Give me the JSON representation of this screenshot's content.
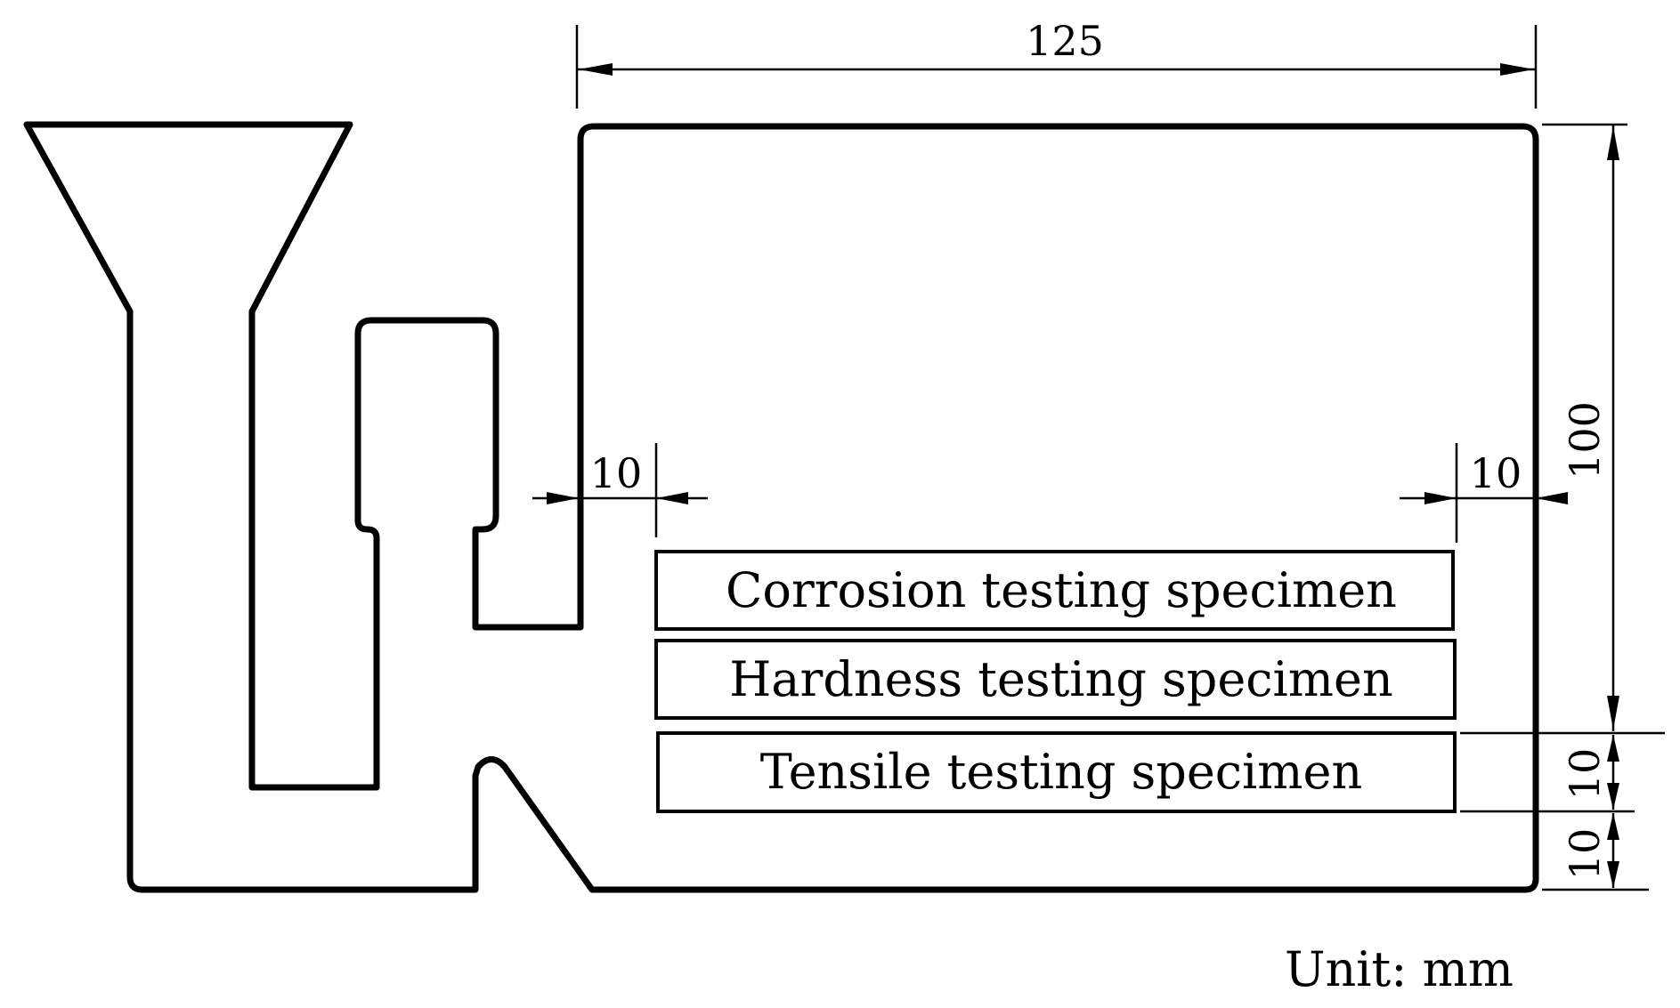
{
  "dimensions": {
    "width": "125",
    "height": "100",
    "left_margin": "10",
    "right_margin": "10",
    "specimen_height": "10",
    "bottom_margin": "10"
  },
  "specimens": [
    "Corrosion testing specimen",
    "Hardness testing specimen",
    "Tensile testing specimen"
  ],
  "unit": "Unit: mm"
}
